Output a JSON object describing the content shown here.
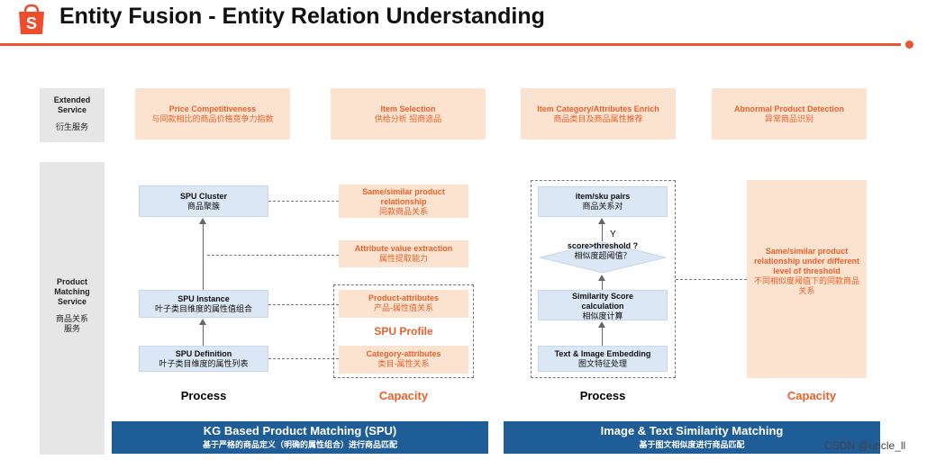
{
  "header": {
    "title": "Entity Fusion - Entity Relation Understanding",
    "logo_letter": "S"
  },
  "extended_service": {
    "label": "Extended\nService",
    "label_zh": "衍生服务",
    "items": [
      {
        "title": "Price Competitiveness",
        "subtitle": "与同款相比的商品价格竞争力指数"
      },
      {
        "title": "Item Selection",
        "subtitle": "供给分析 招商选品"
      },
      {
        "title": "Item Category/Attributes Enrich",
        "subtitle": "商品类目及商品属性推荐"
      },
      {
        "title": "Abnormal Product Detection",
        "subtitle": "异常商品识别"
      }
    ]
  },
  "product_matching": {
    "label": "Product\nMatching\nService",
    "label_zh": "商品关系\n服务",
    "spu": {
      "process": [
        {
          "title": "SPU Cluster",
          "subtitle": "商品聚簇"
        },
        {
          "title": "SPU Instance",
          "subtitle": "叶子类目维度的属性值组合"
        },
        {
          "title": "SPU Definition",
          "subtitle": "叶子类目维度的属性列表"
        }
      ],
      "capacity": [
        {
          "title": "Same/similar product relationship",
          "subtitle": "同款商品关系"
        },
        {
          "title": "Attribute value extraction",
          "subtitle": "属性提取能力"
        },
        {
          "title": "Product-attributes",
          "subtitle": "产品-属性值关系"
        },
        {
          "title": "Category-attributes",
          "subtitle": "类目-属性关系"
        }
      ],
      "profile_label": "SPU Profile",
      "process_label": "Process",
      "capacity_label": "Capacity"
    },
    "similarity": {
      "process": [
        {
          "title": "item/sku pairs",
          "subtitle": "商品关系对"
        },
        {
          "title": "score>threshold ?",
          "subtitle": "相似度超阈值？"
        },
        {
          "title": "Similarity Score calculation",
          "subtitle": "相似度计算"
        },
        {
          "title": "Text & Image Embedding",
          "subtitle": "图文特征处理"
        }
      ],
      "yes_label": "Y",
      "capacity": {
        "title": "Same/similar product relationship under different level of threshold",
        "subtitle": "不同相似度阈值下的同款商品关系"
      },
      "process_label": "Process",
      "capacity_label": "Capacity"
    }
  },
  "banners": [
    {
      "title": "KG Based Product Matching (SPU)",
      "subtitle": "基于严格的商品定义（明确的属性组合）进行商品匹配"
    },
    {
      "title": "Image & Text Similarity Matching",
      "subtitle": "基于图文相似度进行商品匹配"
    }
  ],
  "watermark": "CSDN @uncle_ll",
  "colors": {
    "accent": "#e8552f",
    "orange_box": "#fce3cf",
    "blue_box": "#dbe7f4",
    "banner": "#1f5d99"
  }
}
